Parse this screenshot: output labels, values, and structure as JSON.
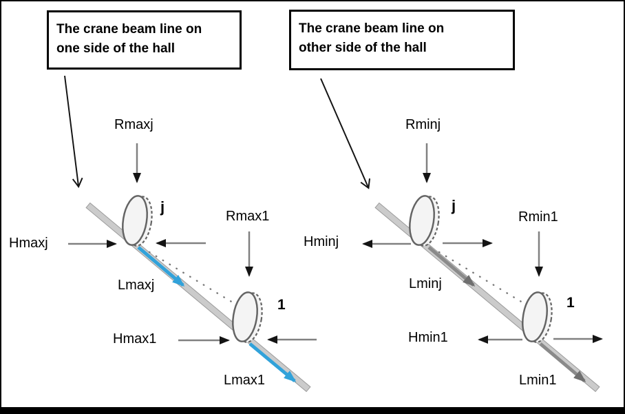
{
  "figure": {
    "left": {
      "callout": {
        "line1": "The crane beam line on",
        "line2": "one side of the hall"
      },
      "wheel_top_label": "j",
      "wheel_bottom_label": "1",
      "forces": {
        "r_top": "Rmaxj",
        "h_top": "Hmaxj",
        "l_top": "Lmaxj",
        "r_bottom": "Rmax1",
        "h_bottom": "Hmax1",
        "l_bottom": "Lmax1"
      }
    },
    "right": {
      "callout": {
        "line1": "The crane beam line on",
        "line2": "other side of the hall"
      },
      "wheel_top_label": "j",
      "wheel_bottom_label": "1",
      "forces": {
        "r_top": "Rminj",
        "h_top": "Hminj",
        "l_top": "Lminj",
        "r_bottom": "Rmin1",
        "h_bottom": "Hmin1",
        "l_bottom": "Lmin1"
      }
    }
  },
  "colors": {
    "track_blue": "#31a2da",
    "track_gray": "#8a8a8a",
    "track_gray_head": "#6f6f6f",
    "force_shaft": "#808080",
    "force_head": "#141414",
    "beam_fill": "#cbcbcb",
    "beam_edge": "#9b9b9b",
    "wheel_fill": "#f4f4f4",
    "wheel_stroke": "#646464",
    "dot_color": "#787878",
    "frame": "#000000",
    "background": "#ffffff"
  }
}
